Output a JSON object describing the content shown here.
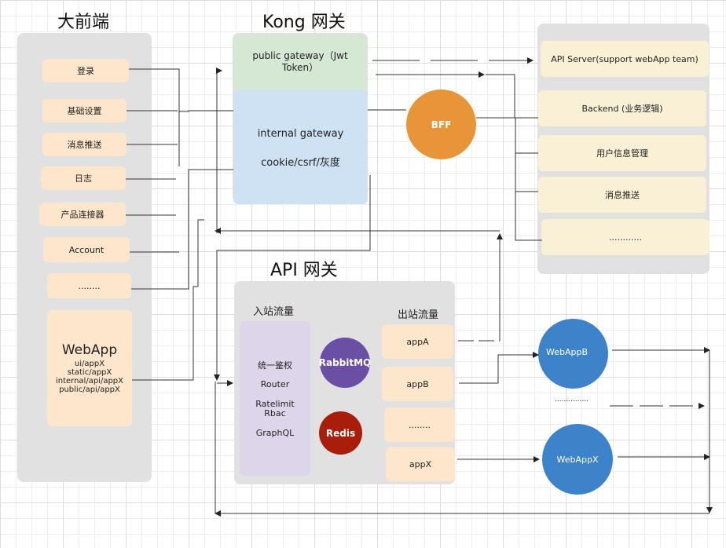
{
  "sections": {
    "frontend_title": "大前端",
    "kong_title": "Kong 网关",
    "api_title": "API 网关"
  },
  "frontend": {
    "items": [
      "登录",
      "基础设置",
      "消息推送",
      "日志",
      "产品连接器",
      "Account",
      "........"
    ],
    "webapp": {
      "title": "WebApp",
      "lines": [
        "ui/appX",
        "static/appX",
        "internal/api/appX",
        "public/api/appX"
      ]
    }
  },
  "kong": {
    "public_gateway": "public gateway（Jwt Token）",
    "internal_gateway": "internal gateway",
    "internal_sub": "cookie/csrf/灰度"
  },
  "bff": "BFF",
  "backend": {
    "items": [
      "API Server(support webApp team)",
      "Backend (业务逻辑)",
      "用户信息管理",
      "消息推送",
      "............"
    ]
  },
  "api_gateway": {
    "inbound_title": "入站流量",
    "outbound_title": "出站流量",
    "inbound_items": [
      "统一鉴权",
      "Router",
      "Ratelimit",
      "Rbac",
      "GraphQL"
    ],
    "rabbitmq": "RabbitMQ",
    "redis": "Redis",
    "outbound_items": [
      "appA",
      "appB",
      "........",
      "appX"
    ]
  },
  "webapps": {
    "b": "WebAppB",
    "x": "WebAppX",
    "dots": "..............."
  },
  "colors": {
    "frontend_box": "#fde6cb",
    "public_gateway": "#d5e8d4",
    "internal_gateway": "#cfe2f3",
    "bff": "#e8953a",
    "rabbitmq": "#6a4fa5",
    "redis": "#a81e0a",
    "webapp_circle": "#3d83c9",
    "inbound_panel": "#ddd5ea",
    "backend_box": "#f9f0d6"
  }
}
